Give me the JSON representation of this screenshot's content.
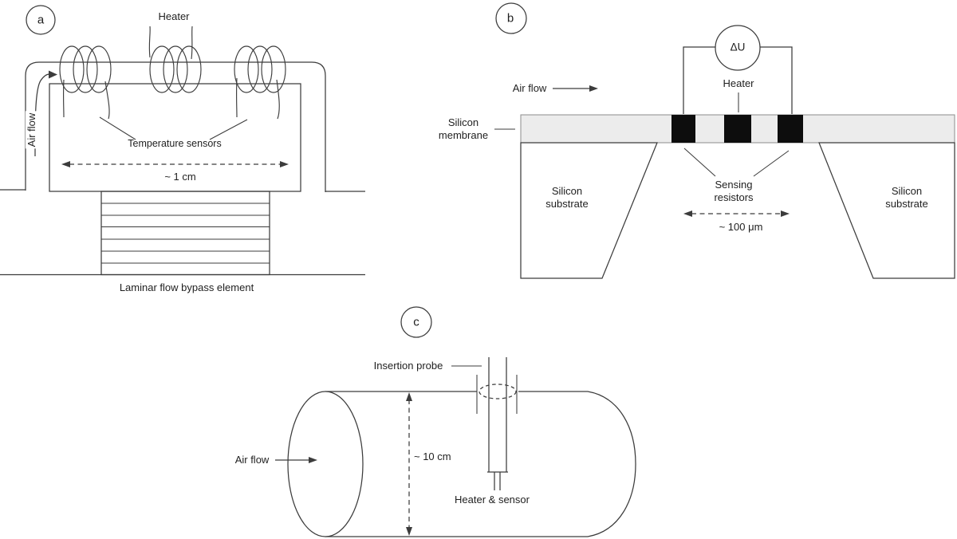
{
  "colors": {
    "bg": "#ffffff",
    "line": "#3c3c3c",
    "text": "#1f1f1f",
    "membrane_fill": "#ececec",
    "membrane_border": "#8c8c8c",
    "resistor_fill": "#0d0d0d"
  },
  "panels": {
    "a": {
      "tag": "a",
      "heater_label": "Heater",
      "air_flow_label": "Air flow",
      "temperature_sensors_label": "Temperature sensors",
      "dimension_label": "~ 1 cm",
      "bypass_label": "Laminar flow bypass element"
    },
    "b": {
      "tag": "b",
      "voltmeter_label": "ΔU",
      "heater_label": "Heater",
      "air_flow_label": "Air flow",
      "membrane_label": "Silicon membrane",
      "substrate_label": "Silicon substrate",
      "sensing_resistors_label": "Sensing resistors",
      "dimension_label": "~ 100 μm"
    },
    "c": {
      "tag": "c",
      "insertion_probe_label": "Insertion probe",
      "air_flow_label": "Air flow",
      "dimension_label": "~ 10 cm",
      "heater_sensor_label": "Heater & sensor"
    }
  }
}
